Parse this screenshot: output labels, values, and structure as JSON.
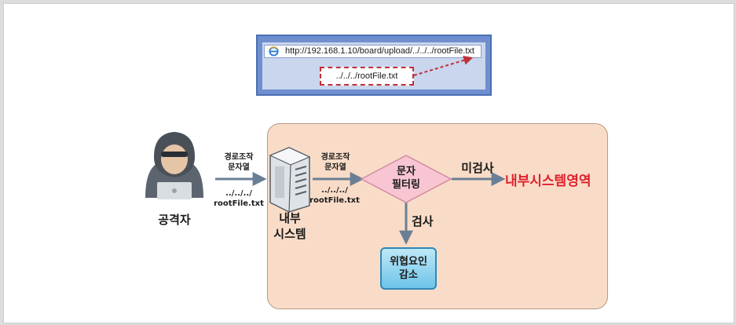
{
  "browser": {
    "url": "http://192.168.1.10/board/upload/../../../rootFile.txt",
    "payload": "../../../rootFile.txt"
  },
  "attacker": {
    "label": "공격자"
  },
  "arrow1": {
    "line1": "경로조작",
    "line2": "문자열",
    "path": "../../../",
    "file": "rootFile.txt"
  },
  "internal_system": {
    "line1": "내부",
    "line2": "시스템"
  },
  "arrow2": {
    "line1": "경로조작",
    "line2": "문자열",
    "path": "../../../",
    "file": "rootFile.txt"
  },
  "filter": {
    "line1": "문자",
    "line2": "필터링"
  },
  "unchecked": {
    "label": "미검사",
    "target": "내부시스템영역"
  },
  "checked": {
    "label": "검사"
  },
  "result": {
    "line1": "위협요인",
    "line2": "감소"
  },
  "colors": {
    "accent_red": "#e0202c",
    "area_fill": "#f9dcc8",
    "filter_fill": "#f7c6d2"
  }
}
